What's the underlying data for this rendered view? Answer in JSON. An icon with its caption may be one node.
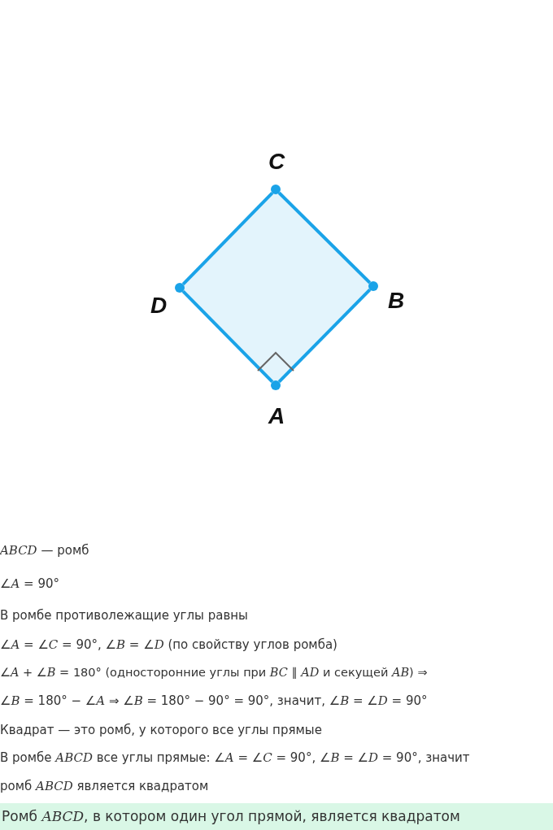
{
  "diagram": {
    "nodes": [
      {
        "text": [
          "C"
        ]
      },
      {
        "text": [
          "D"
        ]
      },
      {
        "text": [
          "B"
        ]
      },
      {
        "text": [
          "A"
        ]
      },
      {
        "text": [
          "Ромб *ABCD*, в котором один угол прямой, является квадратом"
        ]
      }
    ],
    "edges": [
      {
        "from": 3,
        "to": 2,
        "arrow": "none"
      },
      {
        "from": 2,
        "to": 0,
        "arrow": "none"
      },
      {
        "from": 0,
        "to": 1,
        "arrow": "none"
      },
      {
        "from": 1,
        "to": 3,
        "arrow": "none"
      }
    ],
    "labels": [
      "*ABCD* — ромб",
      "∠*A* = 90°",
      "В ромбе противолежащие углы равны",
      "∠*A* = ∠*C* = 90°, ∠*B* = ∠*D* (по свойству углов ромба)",
      "∠*A* + ∠*B* = 180° (односторонние углы при *BC* ∥ *AD* и секущей *AB*) ⇒",
      "∠*B* = 180° − ∠*A* ⇒ ∠*B* = 180° − 90° = 90°, значит, ∠*B* = ∠*D* = 90°",
      "Квадрат — это ромб, у которого все углы прямые",
      "В ромбе *ABCD* все углы прямые: ∠*A* = ∠*C* = 90°, ∠*B* = ∠*D* = 90°, значит",
      "ромб *ABCD* является квадратом"
    ]
  }
}
